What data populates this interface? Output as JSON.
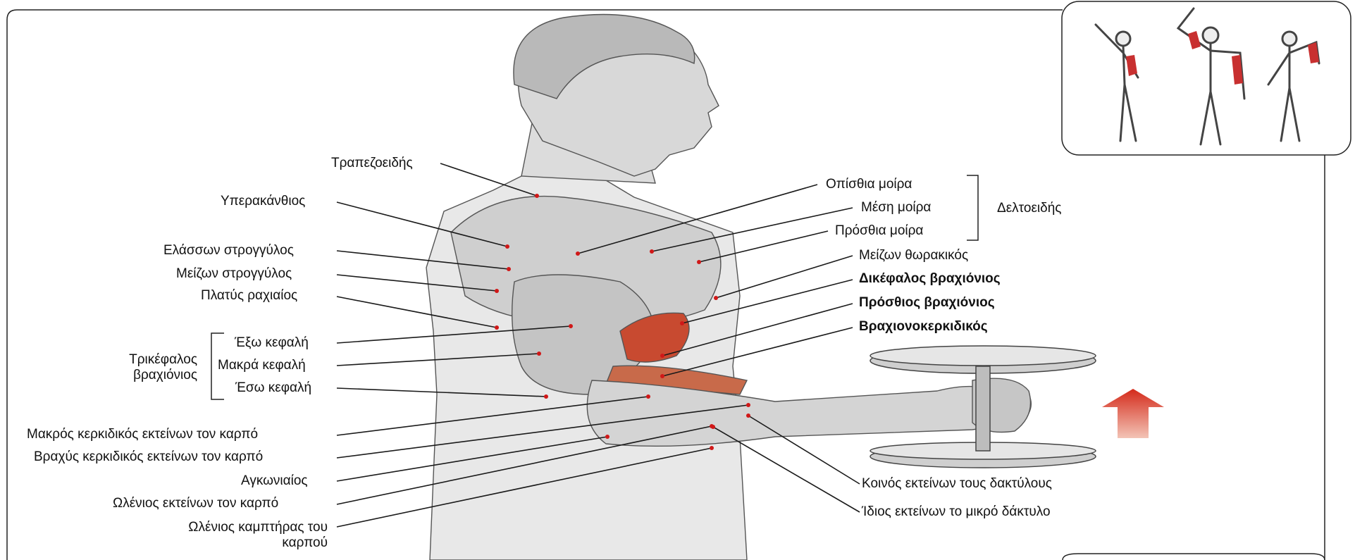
{
  "colors": {
    "leader_line": "#1a1a1a",
    "marker_dot": "#d01818",
    "highlight_muscle": "#c84a30",
    "arrow": "#d42a1a",
    "frame": "#222222"
  },
  "labels_left": {
    "trapezius": "Τραπεζοειδής",
    "infraspinatus": "Υπερακάνθιος",
    "teres_minor": "Ελάσσων στρογγύλος",
    "teres_major": "Μείζων στρογγύλος",
    "latissimus": "Πλατύς ραχιαίος",
    "triceps_group": "Τρικέφαλος βραχιόνιος",
    "triceps_lateral": "Έξω κεφαλή",
    "triceps_long": "Μακρά κεφαλή",
    "triceps_medial": "Έσω κεφαλή",
    "ecr_longus": "Μακρός κερκιδικός εκτείνων τον καρπό",
    "ecr_brevis": "Βραχύς κερκιδικός εκτείνων τον καρπό",
    "anconeus": "Αγκωνιαίος",
    "ecu": "Ωλένιος εκτείνων τον καρπό",
    "fcu": "Ωλένιος καμπτήρας του καρπού"
  },
  "labels_right": {
    "deltoid_group": "Δελτοειδής",
    "deltoid_posterior": "Οπίσθια μοίρα",
    "deltoid_middle": "Μέση μοίρα",
    "deltoid_anterior": "Πρόσθια μοίρα",
    "pec_major": "Μείζων θωρακικός",
    "biceps": "Δικέφαλος βραχιόνιος",
    "brachialis": "Πρόσθιος βραχιόνιος",
    "brachioradialis": "Βραχιονοκερκιδικός",
    "ext_digitorum": "Κοινός εκτείνων τους δακτύλους",
    "ext_digiti_minimi": "Ίδιος εκτείνων το μικρό δάκτυλο"
  },
  "icons": {
    "figure": "muscle-anatomy-figure-icon",
    "thumbnail": "body-poses-thumbnail-icon",
    "arrow": "arrow-up-icon"
  }
}
